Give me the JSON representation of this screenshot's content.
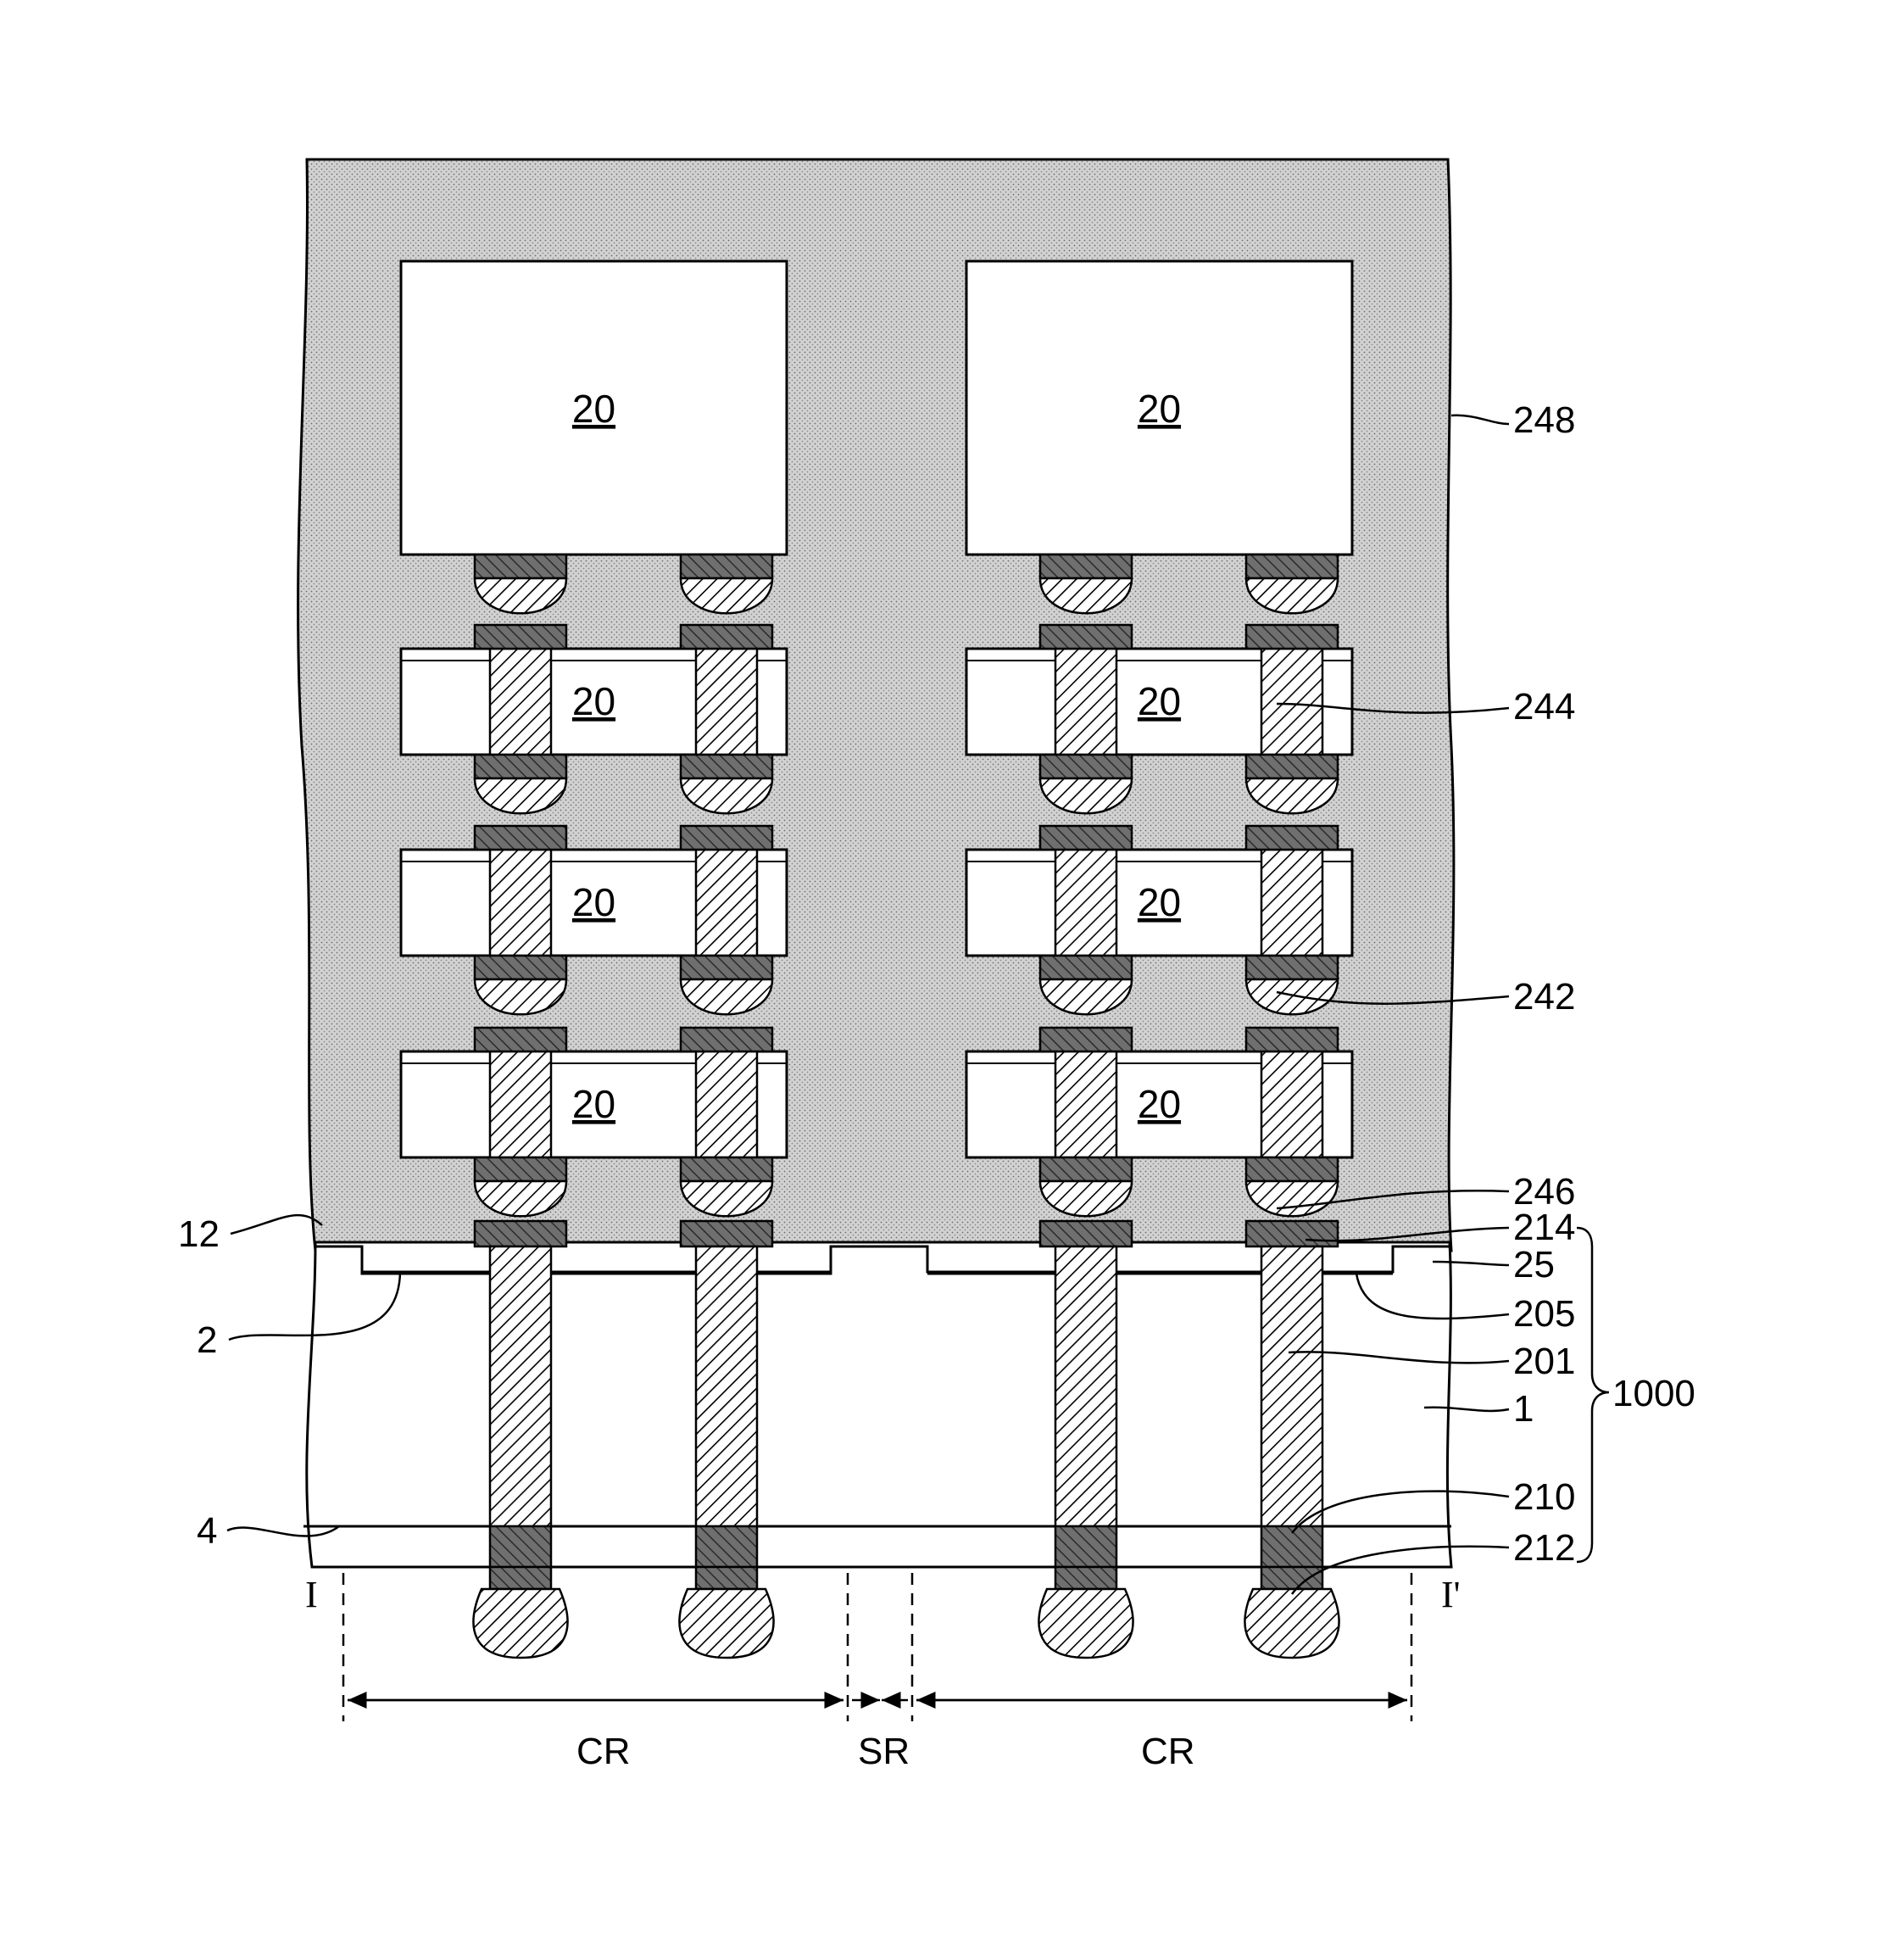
{
  "figure": {
    "chip_label": "20",
    "region_labels": {
      "chip_region": "CR",
      "scribe_region": "SR"
    },
    "section_labels": {
      "start": "I",
      "end": "I'"
    },
    "bracket_label": "1000",
    "reference_numerals": {
      "r248": "248",
      "r244": "244",
      "r242": "242",
      "r246": "246",
      "r214": "214",
      "r25": "25",
      "r205": "205",
      "r201": "201",
      "r1": "1",
      "r210": "210",
      "r212": "212",
      "r12": "12",
      "r2": "2",
      "r4": "4"
    }
  }
}
